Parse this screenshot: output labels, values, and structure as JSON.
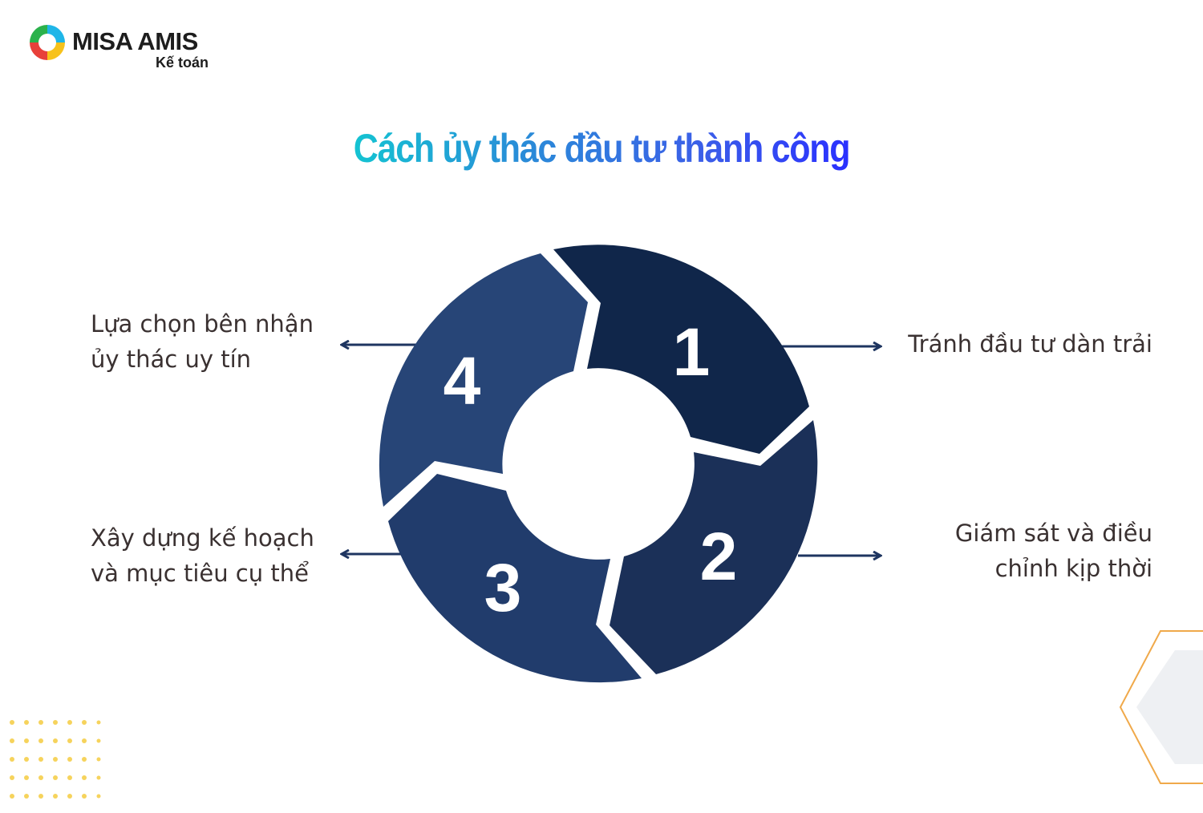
{
  "logo": {
    "brand": "MISA AMIS",
    "product": "Kế toán"
  },
  "title": "Cách ủy thác đầu tư thành công",
  "steps": [
    {
      "number": "1",
      "label_lines": [
        "Tránh đầu tư dàn trải"
      ]
    },
    {
      "number": "2",
      "label_lines": [
        "Giám sát và điều",
        "chỉnh kịp thời"
      ]
    },
    {
      "number": "3",
      "label_lines": [
        "Xây dựng kế hoạch",
        "và mục tiêu cụ thể"
      ]
    },
    {
      "number": "4",
      "label_lines": [
        "Lựa chọn bên nhận",
        "ủy thác uy tín"
      ]
    }
  ],
  "colors": {
    "segment_1": "#10264a",
    "segment_2": "#1b3058",
    "segment_3": "#213c6c",
    "segment_4": "#274577",
    "arrow": "#1e3560",
    "label_text": "#3a3131",
    "title_gradient_start": "#14c3d2",
    "title_gradient_end": "#2a30ff",
    "dots": "#f6d35c",
    "hexagon": "#f0a94a"
  }
}
